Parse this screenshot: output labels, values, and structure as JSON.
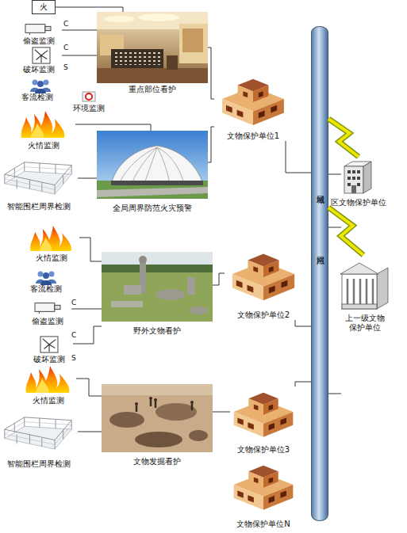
{
  "diagram": {
    "nodes": [
      {
        "text": [
          "火"
        ]
      },
      {
        "text": [
          "偷盗监测"
        ]
      },
      {
        "text": [
          "破坏监测"
        ]
      },
      {
        "text": [
          "客流检测"
        ]
      },
      {
        "text": [
          "环境监测"
        ]
      },
      {
        "text": [
          "重点部位看护"
        ]
      },
      {
        "text": [
          "火情监测"
        ]
      },
      {
        "text": [
          "智能围栏周界检测"
        ]
      },
      {
        "text": [
          "全局周界防范火灾预警"
        ]
      },
      {
        "text": [
          "文物保护单位1"
        ]
      },
      {
        "text": [
          "城域网",
          "广域网"
        ]
      },
      {
        "text": [
          "区文物保护单位"
        ]
      },
      {
        "text": [
          "上一级文物 保护单位"
        ]
      },
      {
        "text": [
          "火情监测"
        ]
      },
      {
        "text": [
          "客流检测"
        ]
      },
      {
        "text": [
          "偷盗监测"
        ]
      },
      {
        "text": [
          "破坏监测"
        ]
      },
      {
        "text": [
          "野外文物看护"
        ]
      },
      {
        "text": [
          "文物保护单位2"
        ]
      },
      {
        "text": [
          "火情监测"
        ]
      },
      {
        "text": [
          "智能围栏周界检测"
        ]
      },
      {
        "text": [
          "文物发掘看护"
        ]
      },
      {
        "text": [
          "文物保护单位3"
        ]
      },
      {
        "text": [
          "文物保护单位N"
        ]
      }
    ],
    "edges": [
      {
        "from": 0,
        "to": 5,
        "arrow": "none"
      },
      {
        "from": 1,
        "to": 5,
        "arrow": "none"
      },
      {
        "from": 2,
        "to": 5,
        "arrow": "none"
      },
      {
        "from": 6,
        "to": 8,
        "arrow": "none"
      },
      {
        "from": 7,
        "to": 8,
        "arrow": "none"
      },
      {
        "from": 5,
        "to": 9,
        "arrow": "none"
      },
      {
        "from": 8,
        "to": 9,
        "arrow": "none"
      },
      {
        "from": 9,
        "to": 10,
        "arrow": "none"
      },
      {
        "from": 10,
        "to": 11,
        "arrow": "none"
      },
      {
        "from": 10,
        "to": 12,
        "arrow": "none"
      },
      {
        "from": 13,
        "to": 17,
        "arrow": "none"
      },
      {
        "from": 15,
        "to": 17,
        "arrow": "none"
      },
      {
        "from": 16,
        "to": 17,
        "arrow": "none"
      },
      {
        "from": 17,
        "to": 18,
        "arrow": "none"
      },
      {
        "from": 18,
        "to": 10,
        "arrow": "none"
      },
      {
        "from": 19,
        "to": 21,
        "arrow": "none"
      },
      {
        "from": 20,
        "to": 21,
        "arrow": "none"
      },
      {
        "from": 21,
        "to": 22,
        "arrow": "none"
      },
      {
        "from": 22,
        "to": 10,
        "arrow": "none"
      }
    ],
    "labels": [
      "C",
      "C",
      "S",
      "C",
      "C",
      "S"
    ]
  }
}
